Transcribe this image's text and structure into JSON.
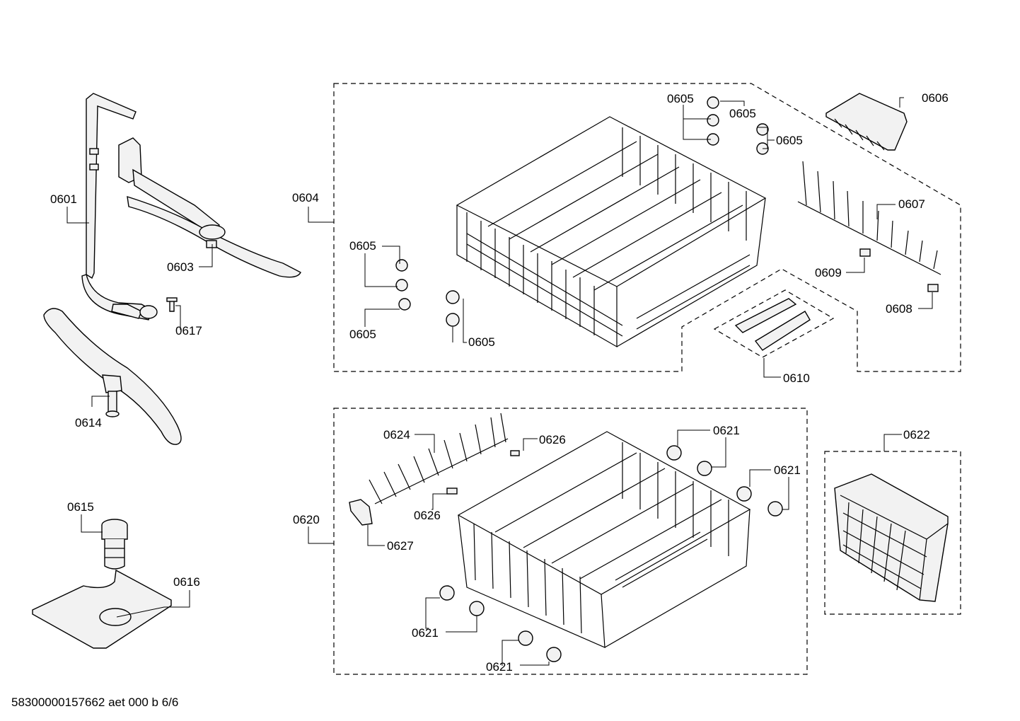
{
  "labels": {
    "p0601": "0601",
    "p0603": "0603",
    "p0604": "0604",
    "p0605a": "0605",
    "p0605b": "0605",
    "p0605c": "0605",
    "p0605d": "0605",
    "p0605e": "0605",
    "p0605f": "0605",
    "p0606": "0606",
    "p0607": "0607",
    "p0608": "0608",
    "p0609": "0609",
    "p0610": "0610",
    "p0614": "0614",
    "p0615": "0615",
    "p0616": "0616",
    "p0617": "0617",
    "p0620": "0620",
    "p0621a": "0621",
    "p0621b": "0621",
    "p0621c": "0621",
    "p0621d": "0621",
    "p0622": "0622",
    "p0624": "0624",
    "p0626a": "0626",
    "p0626b": "0626",
    "p0627": "0627"
  },
  "footer": "58300000157662 aet 000 b 6/6"
}
